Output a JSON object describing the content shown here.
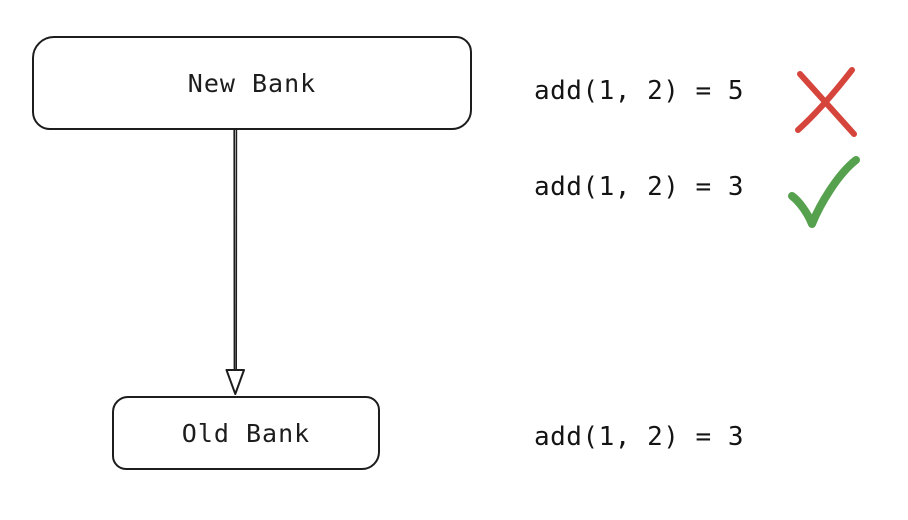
{
  "diagram": {
    "nodes": [
      {
        "id": "new-bank",
        "label": "New Bank"
      },
      {
        "id": "old-bank",
        "label": "Old Bank"
      }
    ],
    "edge": {
      "from": "new-bank",
      "to": "old-bank",
      "direction": "down"
    },
    "annotations": [
      {
        "text": "add(1, 2) = 5",
        "mark": "cross-icon"
      },
      {
        "text": "add(1, 2) = 3",
        "mark": "check-icon"
      },
      {
        "text": "add(1, 2) = 3",
        "mark": "none"
      }
    ]
  },
  "colors": {
    "stroke": "#1d1d1d",
    "cross": "#d6453c",
    "check": "#56a14e"
  }
}
